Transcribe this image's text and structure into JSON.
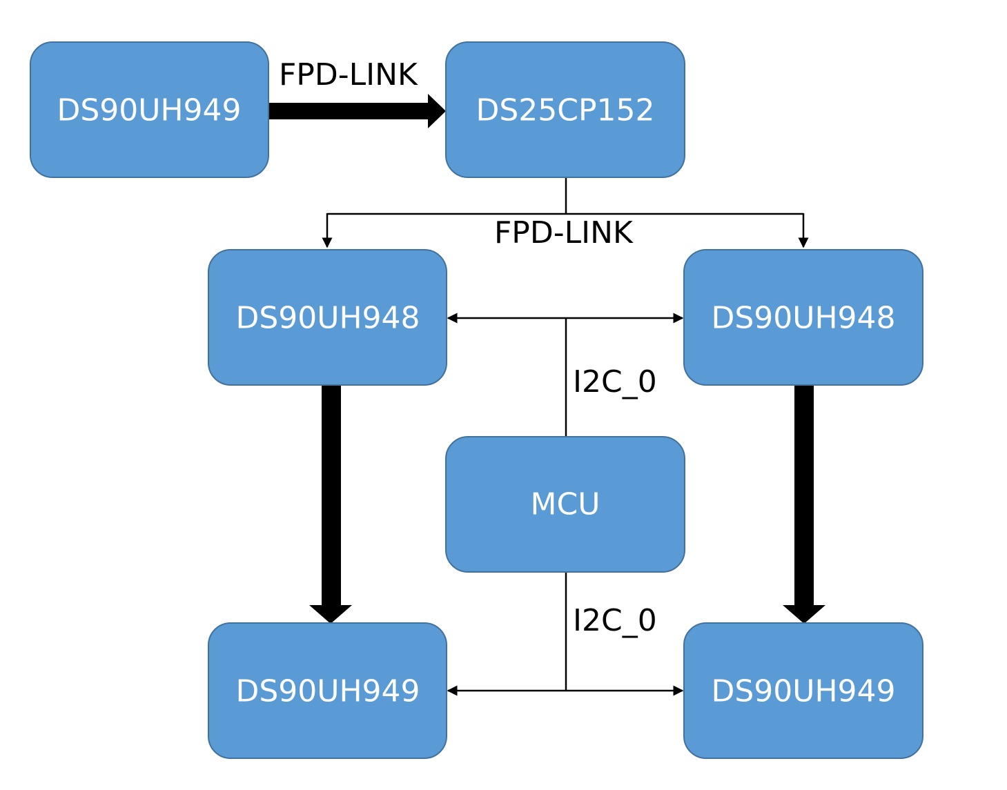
{
  "colors": {
    "box_fill": "#5b9bd5",
    "box_stroke": "#41719c",
    "box_text": "#ffffff",
    "line": "#000000",
    "background": "#ffffff"
  },
  "nodes": {
    "source": {
      "label": "DS90UH949"
    },
    "splitter": {
      "label": "DS25CP152"
    },
    "deser_left": {
      "label": "DS90UH948"
    },
    "deser_right": {
      "label": "DS90UH948"
    },
    "mcu": {
      "label": "MCU"
    },
    "ser_left": {
      "label": "DS90UH949"
    },
    "ser_right": {
      "label": "DS90UH949"
    }
  },
  "edges": {
    "source_to_splitter": {
      "label": "FPD-LINK"
    },
    "splitter_fanout": {
      "label": "FPD-LINK"
    },
    "mcu_i2c_upper": {
      "label": "I2C_0"
    },
    "mcu_i2c_lower": {
      "label": "I2C_0"
    }
  }
}
